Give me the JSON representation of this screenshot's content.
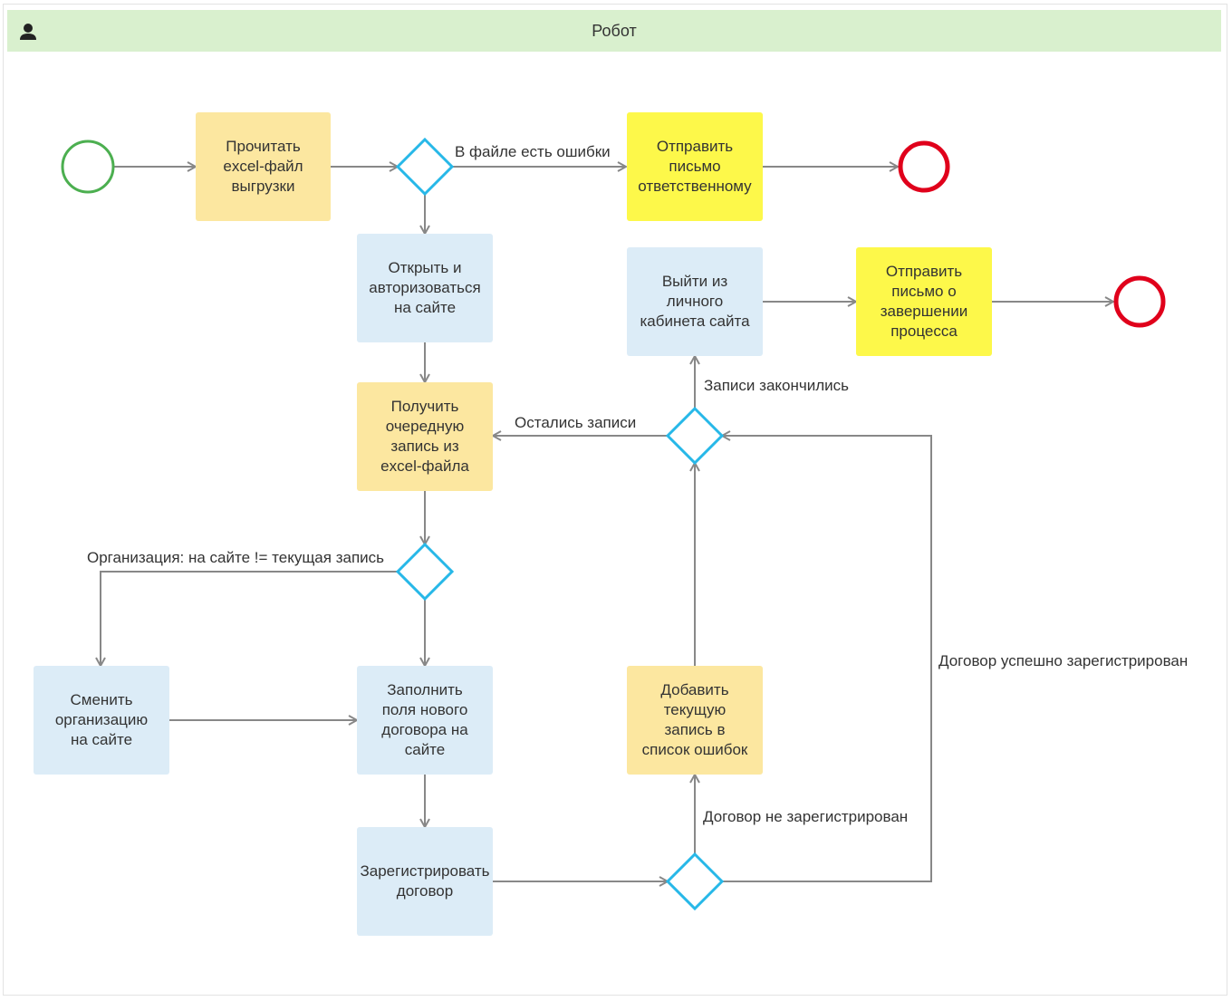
{
  "lane": {
    "title": "Робот",
    "icon": "user-icon"
  },
  "colors": {
    "lane_header": "#d9f0ce",
    "task_orange": "#fce7a0",
    "task_blue": "#dcecf7",
    "task_yellow": "#fdf84a",
    "start_event": "#4caf50",
    "end_event": "#e0001b",
    "gateway": "#27b8e8",
    "arrow": "#888888"
  },
  "tasks": {
    "read_excel": "Прочитать\nexcel-файл\nвыгрузки",
    "send_to_responsible": "Отправить\nписьмо\nответственному",
    "open_and_login": "Открыть и\nавторизоваться\nна сайте",
    "logout": "Выйти из\nличного\nкабинета сайта",
    "send_completion": "Отправить\nписьмо о\nзавершении\nпроцесса",
    "get_next_record": "Получить\nочередную\nзапись из\nexcel-файла",
    "change_org": "Сменить\nорганизацию\nна сайте",
    "fill_fields": "Заполнить\nполя нового\nдоговора на\nсайте",
    "add_to_errors": "Добавить\nтекущую\nзапись в\nсписок ошибок",
    "register_contract": "Зарегистрировать\nдоговор"
  },
  "edge_labels": {
    "file_has_errors": "В файле есть ошибки",
    "records_finished": "Записи закончились",
    "records_remaining": "Остались записи",
    "org_mismatch": "Организация: на сайте != текущая запись",
    "contract_registered": "Договор успешно зарегистрирован",
    "contract_not_registered": "Договор не зарегистрирован"
  }
}
